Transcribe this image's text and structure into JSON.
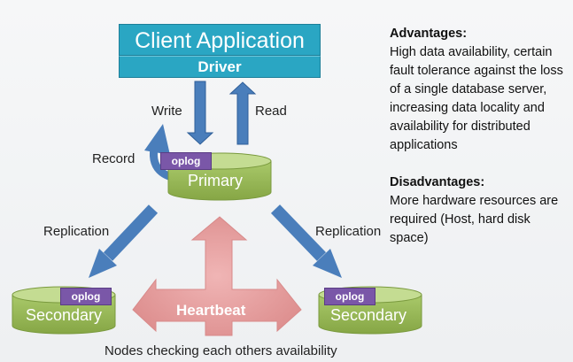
{
  "client": {
    "title": "Client Application",
    "driver": "Driver"
  },
  "arrows": {
    "write": "Write",
    "read": "Read",
    "record": "Record"
  },
  "primary": {
    "label": "Primary",
    "oplog": "oplog"
  },
  "secondary_left": {
    "label": "Secondary",
    "oplog": "oplog"
  },
  "secondary_right": {
    "label": "Secondary",
    "oplog": "oplog"
  },
  "replication": {
    "left": "Replication",
    "right": "Replication"
  },
  "heartbeat": {
    "label": "Heartbeat"
  },
  "caption": "Nodes checking each others availability",
  "side": {
    "advantages_heading": "Advantages:",
    "advantages_text": "High data availability, certain fault tolerance against the loss of a single database server, increasing data locality and availability for distributed applications",
    "disadvantages_heading": "Disadvantages:",
    "disadvantages_text": "More hardware resources are required  (Host, hard disk space)"
  },
  "colors": {
    "client_box": "#2aa6c3",
    "arrow_blue": "#4a7ebb",
    "db_green": "#9bbb59",
    "oplog_purple": "#7a57a8",
    "heartbeat_pink": "#e6a0a0"
  }
}
